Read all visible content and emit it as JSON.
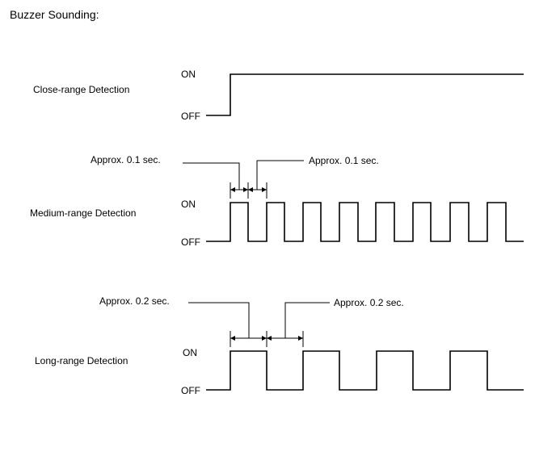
{
  "title": "Buzzer Sounding:",
  "rows": {
    "close": {
      "label": "Close-range Detection",
      "on_label": "ON",
      "off_label": "OFF"
    },
    "medium": {
      "label": "Medium-range Detection",
      "on_label": "ON",
      "off_label": "OFF",
      "note_left": "Approx. 0.1 sec.",
      "note_right": "Approx. 0.1 sec."
    },
    "long": {
      "label": "Long-range Detection",
      "on_label": "ON",
      "off_label": "OFF",
      "note_left": "Approx. 0.2 sec.",
      "note_right": "Approx. 0.2 sec."
    }
  }
}
